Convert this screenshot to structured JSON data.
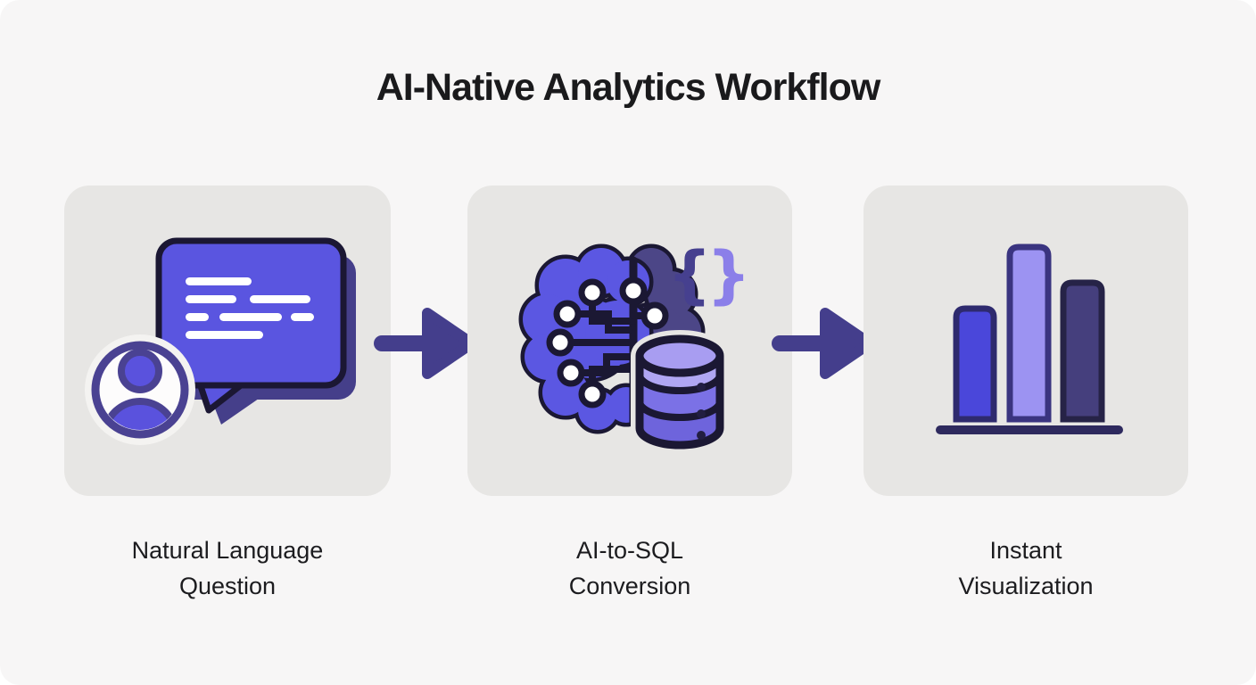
{
  "title": "AI-Native Analytics Workflow",
  "steps": [
    {
      "name": "natural-language-question",
      "lines": [
        "Natural Language",
        "Question"
      ],
      "icon": "user-chat-bubble-icon"
    },
    {
      "name": "ai-to-sql-conversion",
      "lines": [
        "AI-to-SQL",
        "Conversion"
      ],
      "icon": "ai-brain-database-icon"
    },
    {
      "name": "instant-visualization",
      "lines": [
        "Instant",
        "Visualization"
      ],
      "icon": "bar-chart-icon"
    }
  ],
  "connector_icon": "arrow-right-icon",
  "braces": {
    "open": "{",
    "close": "}"
  },
  "colors": {
    "page_bg": "#f7f6f6",
    "card_bg": "#e7e6e4",
    "bubble_fill": "#5a55e0",
    "bubble_shadow": "#453f8a",
    "outline_dark": "#1b1733",
    "arrow_indigo": "#443e8c",
    "avatar_ring": "#4a4292",
    "brain_left": "#5b57e2",
    "brain_right": "#4c4687",
    "db_top": "#a89df1",
    "db_band_light": "#b0a6f3",
    "db_band_mid": "#7b71e6",
    "db_band_deep": "#6e64dc",
    "bar_blue": "#4a47da",
    "bar_lavender": "#9c93f2",
    "bar_dark": "#453f7d",
    "baseline": "#2e2a5e",
    "brace_open": "#46408f",
    "brace_close": "#8b7fe9",
    "title_text": "#1a1a1c",
    "label_text": "#1c1c1f"
  }
}
